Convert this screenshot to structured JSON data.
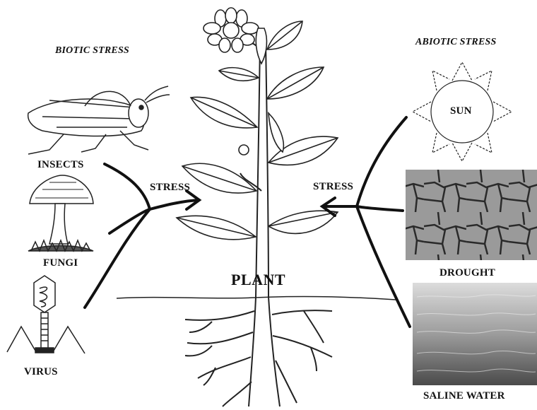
{
  "headers": {
    "biotic": "BIOTIC STRESS",
    "abiotic": "ABIOTIC STRESS"
  },
  "biotic_items": [
    "INSECTS",
    "FUNGI",
    "VIRUS"
  ],
  "abiotic_items": {
    "sun": "SUN",
    "drought": "DROUGHT",
    "saline": "SALINE WATER"
  },
  "stress_labels": {
    "left": "STRESS",
    "right": "STRESS"
  },
  "center": "PLANT",
  "icons": [
    "grasshopper-icon",
    "mushroom-icon",
    "virus-icon",
    "sun-icon",
    "flower-icon"
  ],
  "colors": {
    "ink": "#111111",
    "background": "#ffffff"
  }
}
